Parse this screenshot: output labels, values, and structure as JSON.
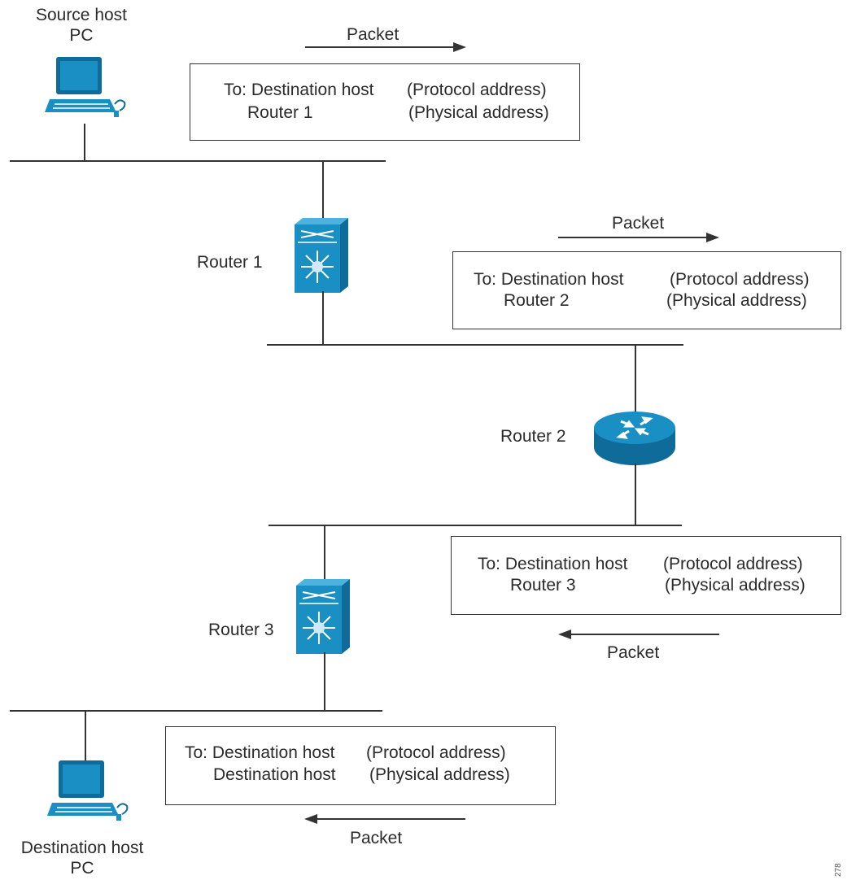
{
  "source_host": {
    "line1": "Source host",
    "line2": "PC"
  },
  "destination_host": {
    "line1": "Destination host",
    "line2": "PC"
  },
  "routers": [
    {
      "label": "Router 1",
      "icon": "multilayer-switch-icon"
    },
    {
      "label": "Router 2",
      "icon": "router-icon"
    },
    {
      "label": "Router 3",
      "icon": "multilayer-switch-icon"
    }
  ],
  "packets": [
    {
      "label": "Packet",
      "direction": "right",
      "to_label": "To: Destination host",
      "to_type": "(Protocol address)",
      "via_label": "Router 1",
      "via_type": "(Physical address)"
    },
    {
      "label": "Packet",
      "direction": "right",
      "to_label": "To: Destination host",
      "to_type": "(Protocol address)",
      "via_label": "Router 2",
      "via_type": "(Physical address)"
    },
    {
      "label": "Packet",
      "direction": "left",
      "to_label": "To: Destination host",
      "to_type": "(Protocol address)",
      "via_label": "Router 3",
      "via_type": "(Physical address)"
    },
    {
      "label": "Packet",
      "direction": "left",
      "to_label": "To: Destination host",
      "to_type": "(Protocol address)",
      "via_label": "Destination host",
      "via_type": "(Physical address)"
    }
  ],
  "figure_id": "278",
  "colors": {
    "icon_fill": "#1a8fc4",
    "icon_dark": "#0f6b99",
    "line": "#333333"
  }
}
